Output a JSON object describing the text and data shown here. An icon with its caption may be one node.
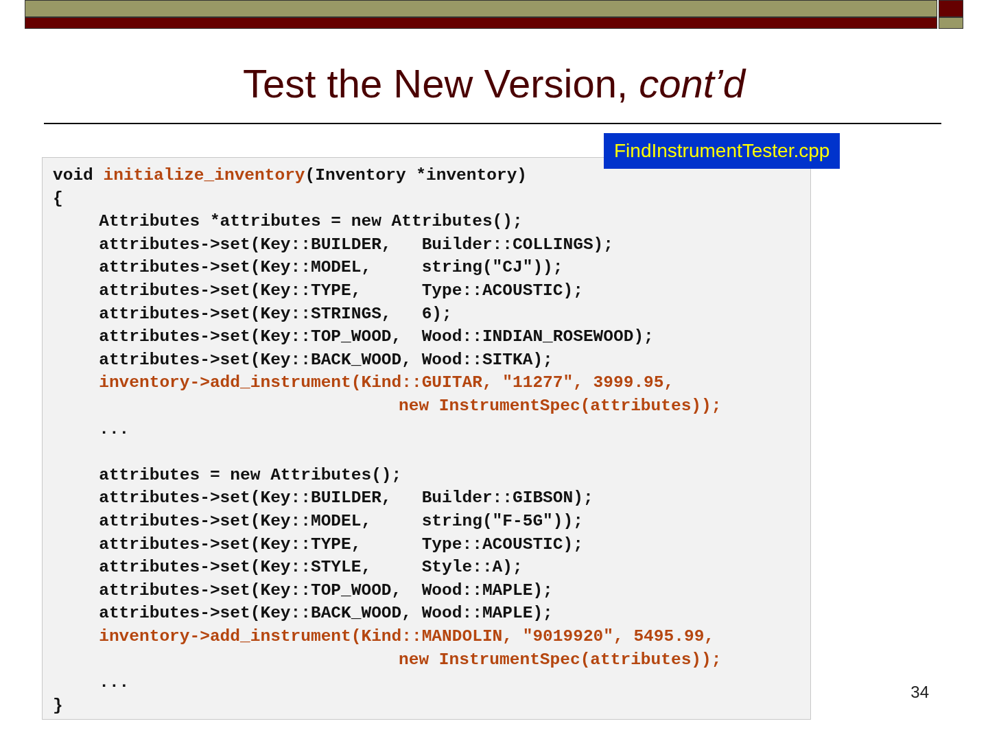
{
  "diagram": {
    "title": "Test the New Version, *cont’d*",
    "labels": [
      "FindInstrumentTester.cpp",
      "void initialize_inventory(Inventory *inventory)",
      "{",
      "Attributes *attributes = new Attributes();",
      "attributes->set(Key::BUILDER,   Builder::COLLINGS);",
      "attributes->set(Key::MODEL,     string(\"CJ\"));",
      "attributes->set(Key::TYPE,      Type::ACOUSTIC);",
      "attributes->set(Key::STRINGS,   6);",
      "attributes->set(Key::TOP_WOOD,  Wood::INDIAN_ROSEWOOD);",
      "attributes->set(Key::BACK_WOOD, Wood::SITKA);",
      "inventory->add_instrument(Kind::GUITAR, \"11277\", 3999.95,",
      "new InstrumentSpec(attributes));",
      "...",
      "attributes = new Attributes();",
      "attributes->set(Key::BUILDER,   Builder::GIBSON);",
      "attributes->set(Key::MODEL,     string(\"F-5G\"));",
      "attributes->set(Key::TYPE,      Type::ACOUSTIC);",
      "attributes->set(Key::STYLE,     Style::A);",
      "attributes->set(Key::TOP_WOOD,  Wood::MAPLE);",
      "attributes->set(Key::BACK_WOOD, Wood::MAPLE);",
      "inventory->add_instrument(Kind::MANDOLIN, \"9019920\", 5495.99,",
      "new InstrumentSpec(attributes));",
      "...",
      "}",
      "34"
    ]
  }
}
